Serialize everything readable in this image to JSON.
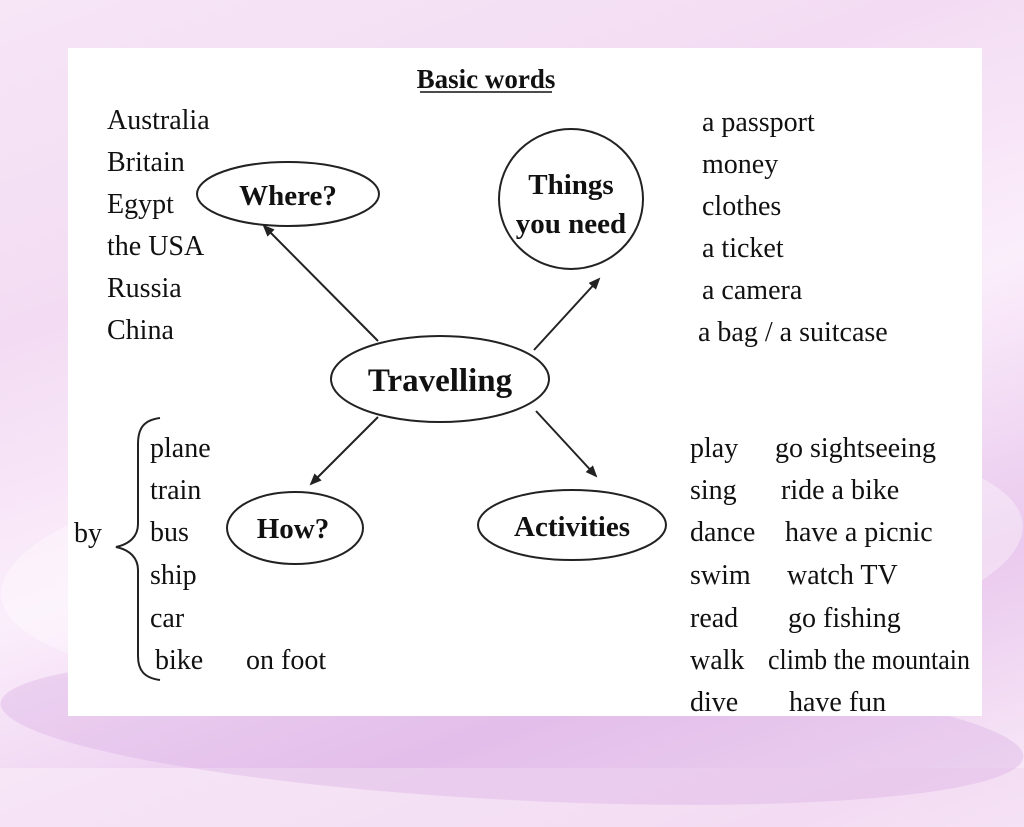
{
  "title": "Basic words",
  "center": "Travelling",
  "nodes": {
    "where": "Where?",
    "things_line1": "Things",
    "things_line2": "you need",
    "how": "How?",
    "activities": "Activities"
  },
  "where_list": [
    "Australia",
    "Britain",
    "Egypt",
    "the USA",
    "Russia",
    "China"
  ],
  "things_list": [
    "a passport",
    "money",
    "clothes",
    "a ticket",
    "a camera",
    "a bag / a suitcase"
  ],
  "how_prefix": "by",
  "how_list": [
    "plane",
    "train",
    "bus",
    "ship",
    "car",
    "bike"
  ],
  "how_extra": "on foot",
  "activities_col1": [
    "play",
    "sing",
    "dance",
    "swim",
    "read",
    "walk",
    "dive"
  ],
  "activities_col2": [
    "go sightseeing",
    "ride a bike",
    "have a picnic",
    "watch TV",
    "go fishing",
    "climb the mountain",
    "have fun"
  ]
}
